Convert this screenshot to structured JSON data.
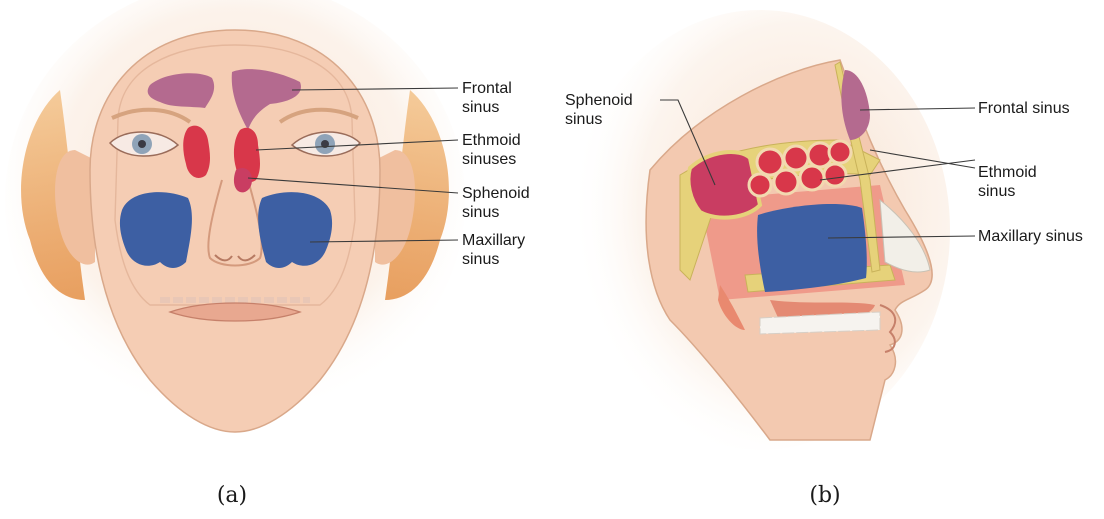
{
  "panel_a": {
    "caption": "(a)",
    "labels": {
      "frontal": [
        "Frontal",
        "sinus"
      ],
      "ethmoid": [
        "Ethmoid",
        "sinuses"
      ],
      "sphenoid": [
        "Sphenoid",
        "sinus"
      ],
      "maxillary": [
        "Maxillary",
        "sinus"
      ]
    }
  },
  "panel_b": {
    "caption": "(b)",
    "labels": {
      "sphenoid": [
        "Sphenoid",
        "sinus"
      ],
      "frontal": "Frontal sinus",
      "ethmoid": [
        "Ethmoid",
        "sinus"
      ],
      "maxillary": "Maxillary sinus"
    }
  },
  "colors": {
    "skin": "#f3c9b0",
    "skin_shade": "#e9ae8f",
    "hair": "#e7a25a",
    "frontal_sinus": "#b46a8f",
    "ethmoid_sinus": "#d8374a",
    "sphenoid_sinus": "#c93d62",
    "maxillary_sinus": "#3d5fa3",
    "bone": "#e6d27a"
  }
}
